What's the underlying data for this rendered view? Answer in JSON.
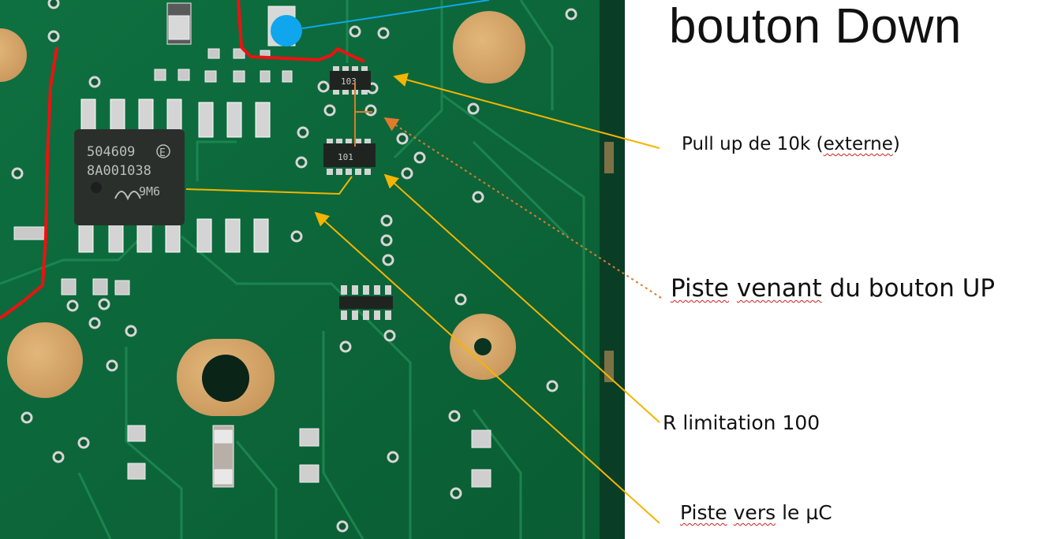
{
  "title": "bouton Down",
  "annotations": {
    "pullup_prefix": "Pull up de 10k (",
    "pullup_word": "externe",
    "pullup_suffix": ")",
    "piste_up_w1": "Piste",
    "piste_up_sp1": " ",
    "piste_up_w2": "venant",
    "piste_up_rest": " du bouton UP",
    "r_limitation": "R limitation 100",
    "piste_uc_w1": "Piste",
    "piste_uc_sp": " ",
    "piste_uc_w2": "vers",
    "piste_uc_rest": " le µC"
  },
  "chip": {
    "line1": "504609",
    "line1_badge": "E",
    "line2": "8A001038",
    "line3": "9M6"
  },
  "resistor_top": "103",
  "resistor_bottom": "101",
  "colors": {
    "pcb": "#0f6a3c",
    "pad": "#d4a464",
    "red_trace": "#ee1111",
    "blue_marker": "#10a6ee",
    "yellow_arrow": "#f4b400",
    "orange_arrow": "#e07a2c"
  }
}
